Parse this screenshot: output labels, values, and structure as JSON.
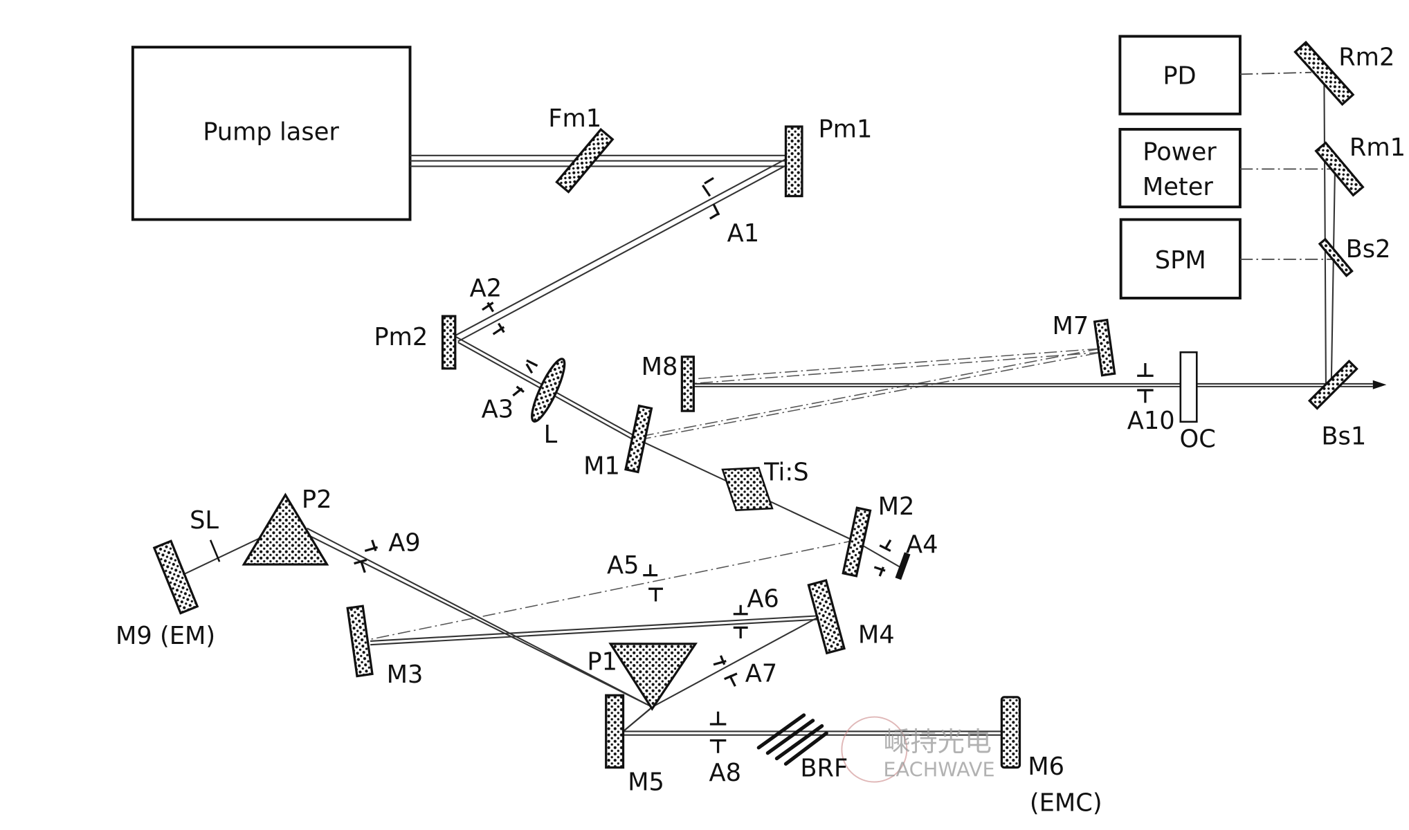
{
  "boxes": {
    "pump_laser": "Pump laser",
    "pd": "PD",
    "power_meter_line1": "Power",
    "power_meter_line2": "Meter",
    "spm": "SPM"
  },
  "labels": {
    "fm1": "Fm1",
    "pm1": "Pm1",
    "pm2": "Pm2",
    "a1": "A1",
    "a2": "A2",
    "a3": "A3",
    "a4": "A4",
    "a5": "A5",
    "a6": "A6",
    "a7": "A7",
    "a8": "A8",
    "a9": "A9",
    "a10": "A10",
    "l": "L",
    "m1": "M1",
    "m2": "M2",
    "m3": "M3",
    "m4": "M4",
    "m5": "M5",
    "m6": "M6",
    "m6_sub": "(EMC)",
    "m7": "M7",
    "m8": "M8",
    "m9": "M9 (EM)",
    "p1": "P1",
    "p2": "P2",
    "sl": "SL",
    "tis": "Ti:S",
    "brf": "BRF",
    "oc": "OC",
    "bs1": "Bs1",
    "bs2": "Bs2",
    "rm1": "Rm1",
    "rm2": "Rm2"
  },
  "watermark": {
    "cn": "嵊持光电",
    "en": "EACHWAVE"
  }
}
